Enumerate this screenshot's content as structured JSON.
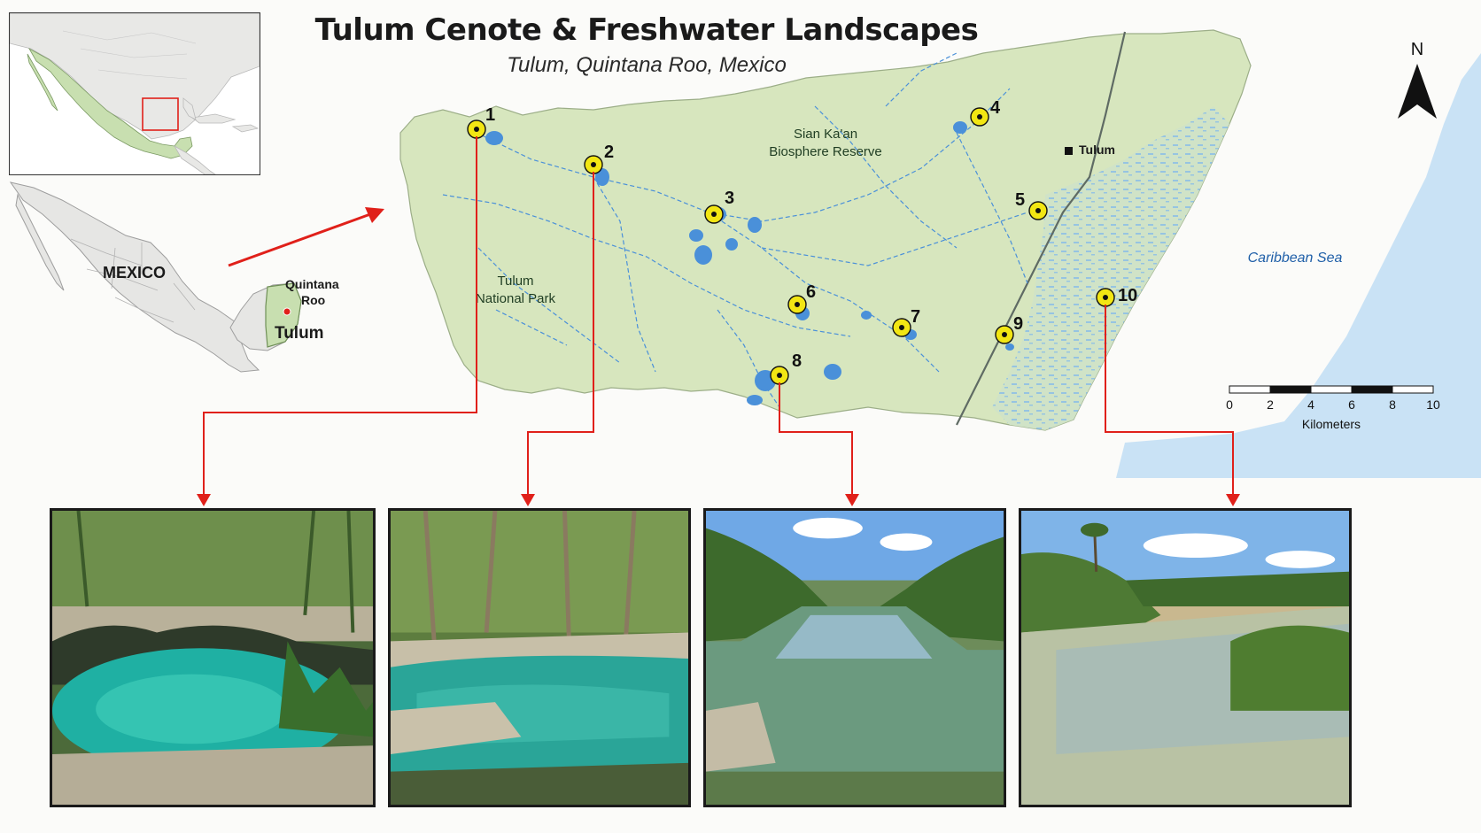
{
  "title": "Tulum Cenote & Freshwater Landscapes",
  "subtitle": "Tulum, Quintana Roo, Mexico",
  "inset": {
    "country_label": "MEXICO",
    "state_label_line1": "Quintana",
    "state_label_line2": "Roo",
    "city_label": "Tulum"
  },
  "map": {
    "reserve_label_line1": "Sian Ka'an",
    "reserve_label_line2": "Biosphere Reserve",
    "park_label_line1": "Tulum",
    "park_label_line2": "National Park",
    "town_label": "Tulum",
    "sea_label": "Caribbean Sea",
    "sites": [
      "1",
      "2",
      "3",
      "4",
      "5",
      "6",
      "7",
      "8",
      "9",
      "10"
    ]
  },
  "north_label": "N",
  "scale": {
    "ticks": [
      "0",
      "2",
      "4",
      "6",
      "8",
      "10"
    ],
    "unit": "Kilometers"
  },
  "photos": [
    {
      "site": "1",
      "scene": "cenote-cave-pool"
    },
    {
      "site": "2",
      "scene": "cenote-jungle-pool"
    },
    {
      "site": "8",
      "scene": "freshwater-channel"
    },
    {
      "site": "10",
      "scene": "coastal-mangrove-lagoon"
    }
  ],
  "colors": {
    "land": "#d7e6be",
    "water": "#4a90d9",
    "sea": "#c9e2f5",
    "marker": "#f2e613",
    "callout_line": "#e0201a"
  }
}
